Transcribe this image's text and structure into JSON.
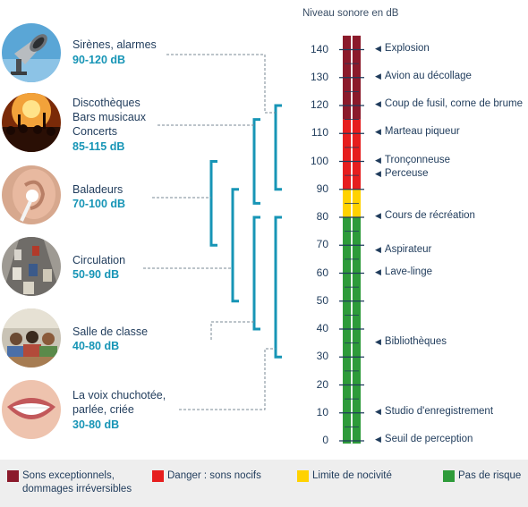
{
  "scale": {
    "title": "Niveau sonore en dB",
    "ticks": [
      0,
      10,
      20,
      30,
      40,
      50,
      60,
      70,
      80,
      90,
      100,
      110,
      120,
      130,
      140
    ]
  },
  "sources": [
    {
      "label_lines": [
        "Sirènes, alarmes"
      ],
      "range": "90-120 dB",
      "min": 90,
      "max": 120,
      "icon": "siren-horn-icon"
    },
    {
      "label_lines": [
        "Discothèques",
        "Bars musicaux",
        "Concerts"
      ],
      "range": "85-115 dB",
      "min": 85,
      "max": 115,
      "icon": "concert-crowd-icon"
    },
    {
      "label_lines": [
        "Baladeurs"
      ],
      "range": "70-100 dB",
      "min": 70,
      "max": 100,
      "icon": "earphone-icon"
    },
    {
      "label_lines": [
        "Circulation"
      ],
      "range": "50-90 dB",
      "min": 50,
      "max": 90,
      "icon": "traffic-icon"
    },
    {
      "label_lines": [
        "Salle de classe"
      ],
      "range": "40-80 dB",
      "min": 40,
      "max": 80,
      "icon": "classroom-icon"
    },
    {
      "label_lines": [
        "La voix chuchotée,",
        "parlée, criée"
      ],
      "range": "30-80 dB",
      "min": 30,
      "max": 80,
      "icon": "mouth-icon"
    }
  ],
  "sounds": [
    {
      "label": "Explosion",
      "db": 140
    },
    {
      "label": "Avion au décollage",
      "db": 130
    },
    {
      "label": "Coup de fusil, corne de brume",
      "db": 120
    },
    {
      "label": "Marteau piqueur",
      "db": 110
    },
    {
      "label": "Tronçonneuse",
      "db": 100
    },
    {
      "label": "Perceuse",
      "db": 95
    },
    {
      "label": "Cours de récréation",
      "db": 80
    },
    {
      "label": "Aspirateur",
      "db": 68
    },
    {
      "label": "Lave-linge",
      "db": 60
    },
    {
      "label": "Bibliothèques",
      "db": 35
    },
    {
      "label": "Studio d'enregistrement",
      "db": 10
    },
    {
      "label": "Seuil de perception",
      "db": 0
    }
  ],
  "zones": [
    {
      "from": 115,
      "to": 145,
      "color": "#8b1a2b"
    },
    {
      "from": 90,
      "to": 115,
      "color": "#e61e1e"
    },
    {
      "from": 80,
      "to": 90,
      "color": "#ffd200"
    },
    {
      "from": -1,
      "to": 80,
      "color": "#2e9b3a"
    }
  ],
  "legend": [
    {
      "lines": [
        "Sons exceptionnels,",
        "dommages irréversibles"
      ],
      "color": "#8b1a2b"
    },
    {
      "lines": [
        "Danger : sons nocifs"
      ],
      "color": "#e61e1e"
    },
    {
      "lines": [
        "Limite de nocivité"
      ],
      "color": "#ffd200"
    },
    {
      "lines": [
        "Pas de risque"
      ],
      "color": "#2e9b3a"
    }
  ],
  "colors": {
    "bracket": "#1795b6",
    "dashed": "#7a8896",
    "ticks": "#1f3b5b"
  }
}
